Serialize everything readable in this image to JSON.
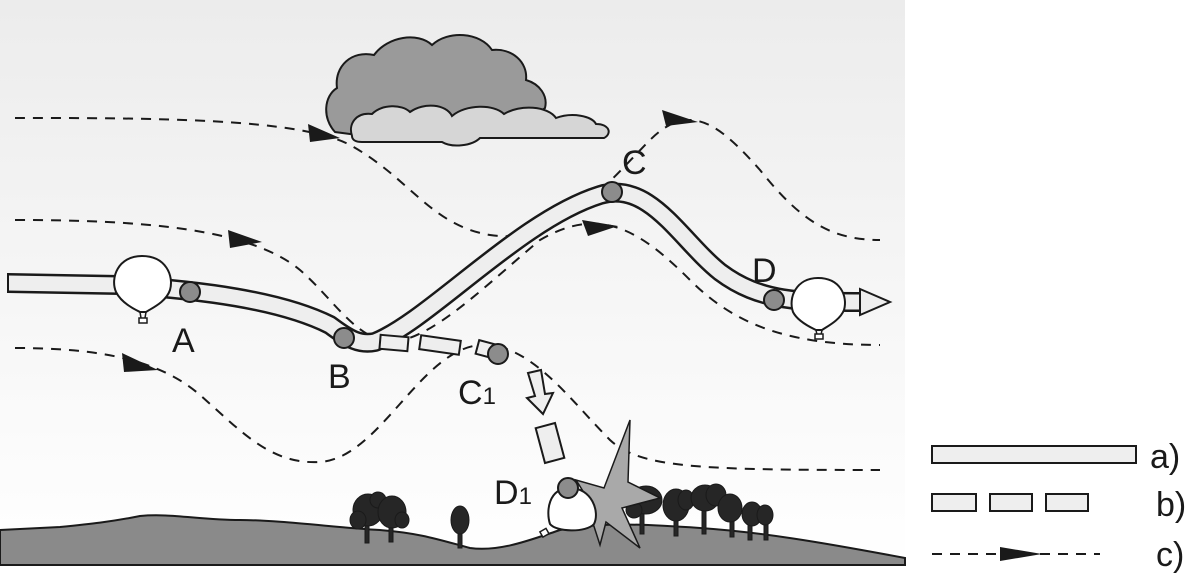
{
  "points": {
    "A": {
      "label": "A"
    },
    "B": {
      "label": "B"
    },
    "C": {
      "label": "C"
    },
    "D": {
      "label": "D"
    },
    "C1": {
      "label": "C",
      "sub": "1"
    },
    "D1": {
      "label": "D",
      "sub": "1"
    }
  },
  "legend": {
    "a": "a)",
    "b": "b)",
    "c": "c)"
  },
  "colors": {
    "ground": "#8a8a8a",
    "sky_top": "#ececec",
    "sky_bottom": "#ffffff",
    "cloud_dark": "#9a9a9a",
    "cloud_light": "#d6d6d6",
    "point": "#8c8c8c",
    "track_fill": "#eeeeee",
    "burst": "#a9a9a9",
    "stroke": "#1a1a1a"
  }
}
